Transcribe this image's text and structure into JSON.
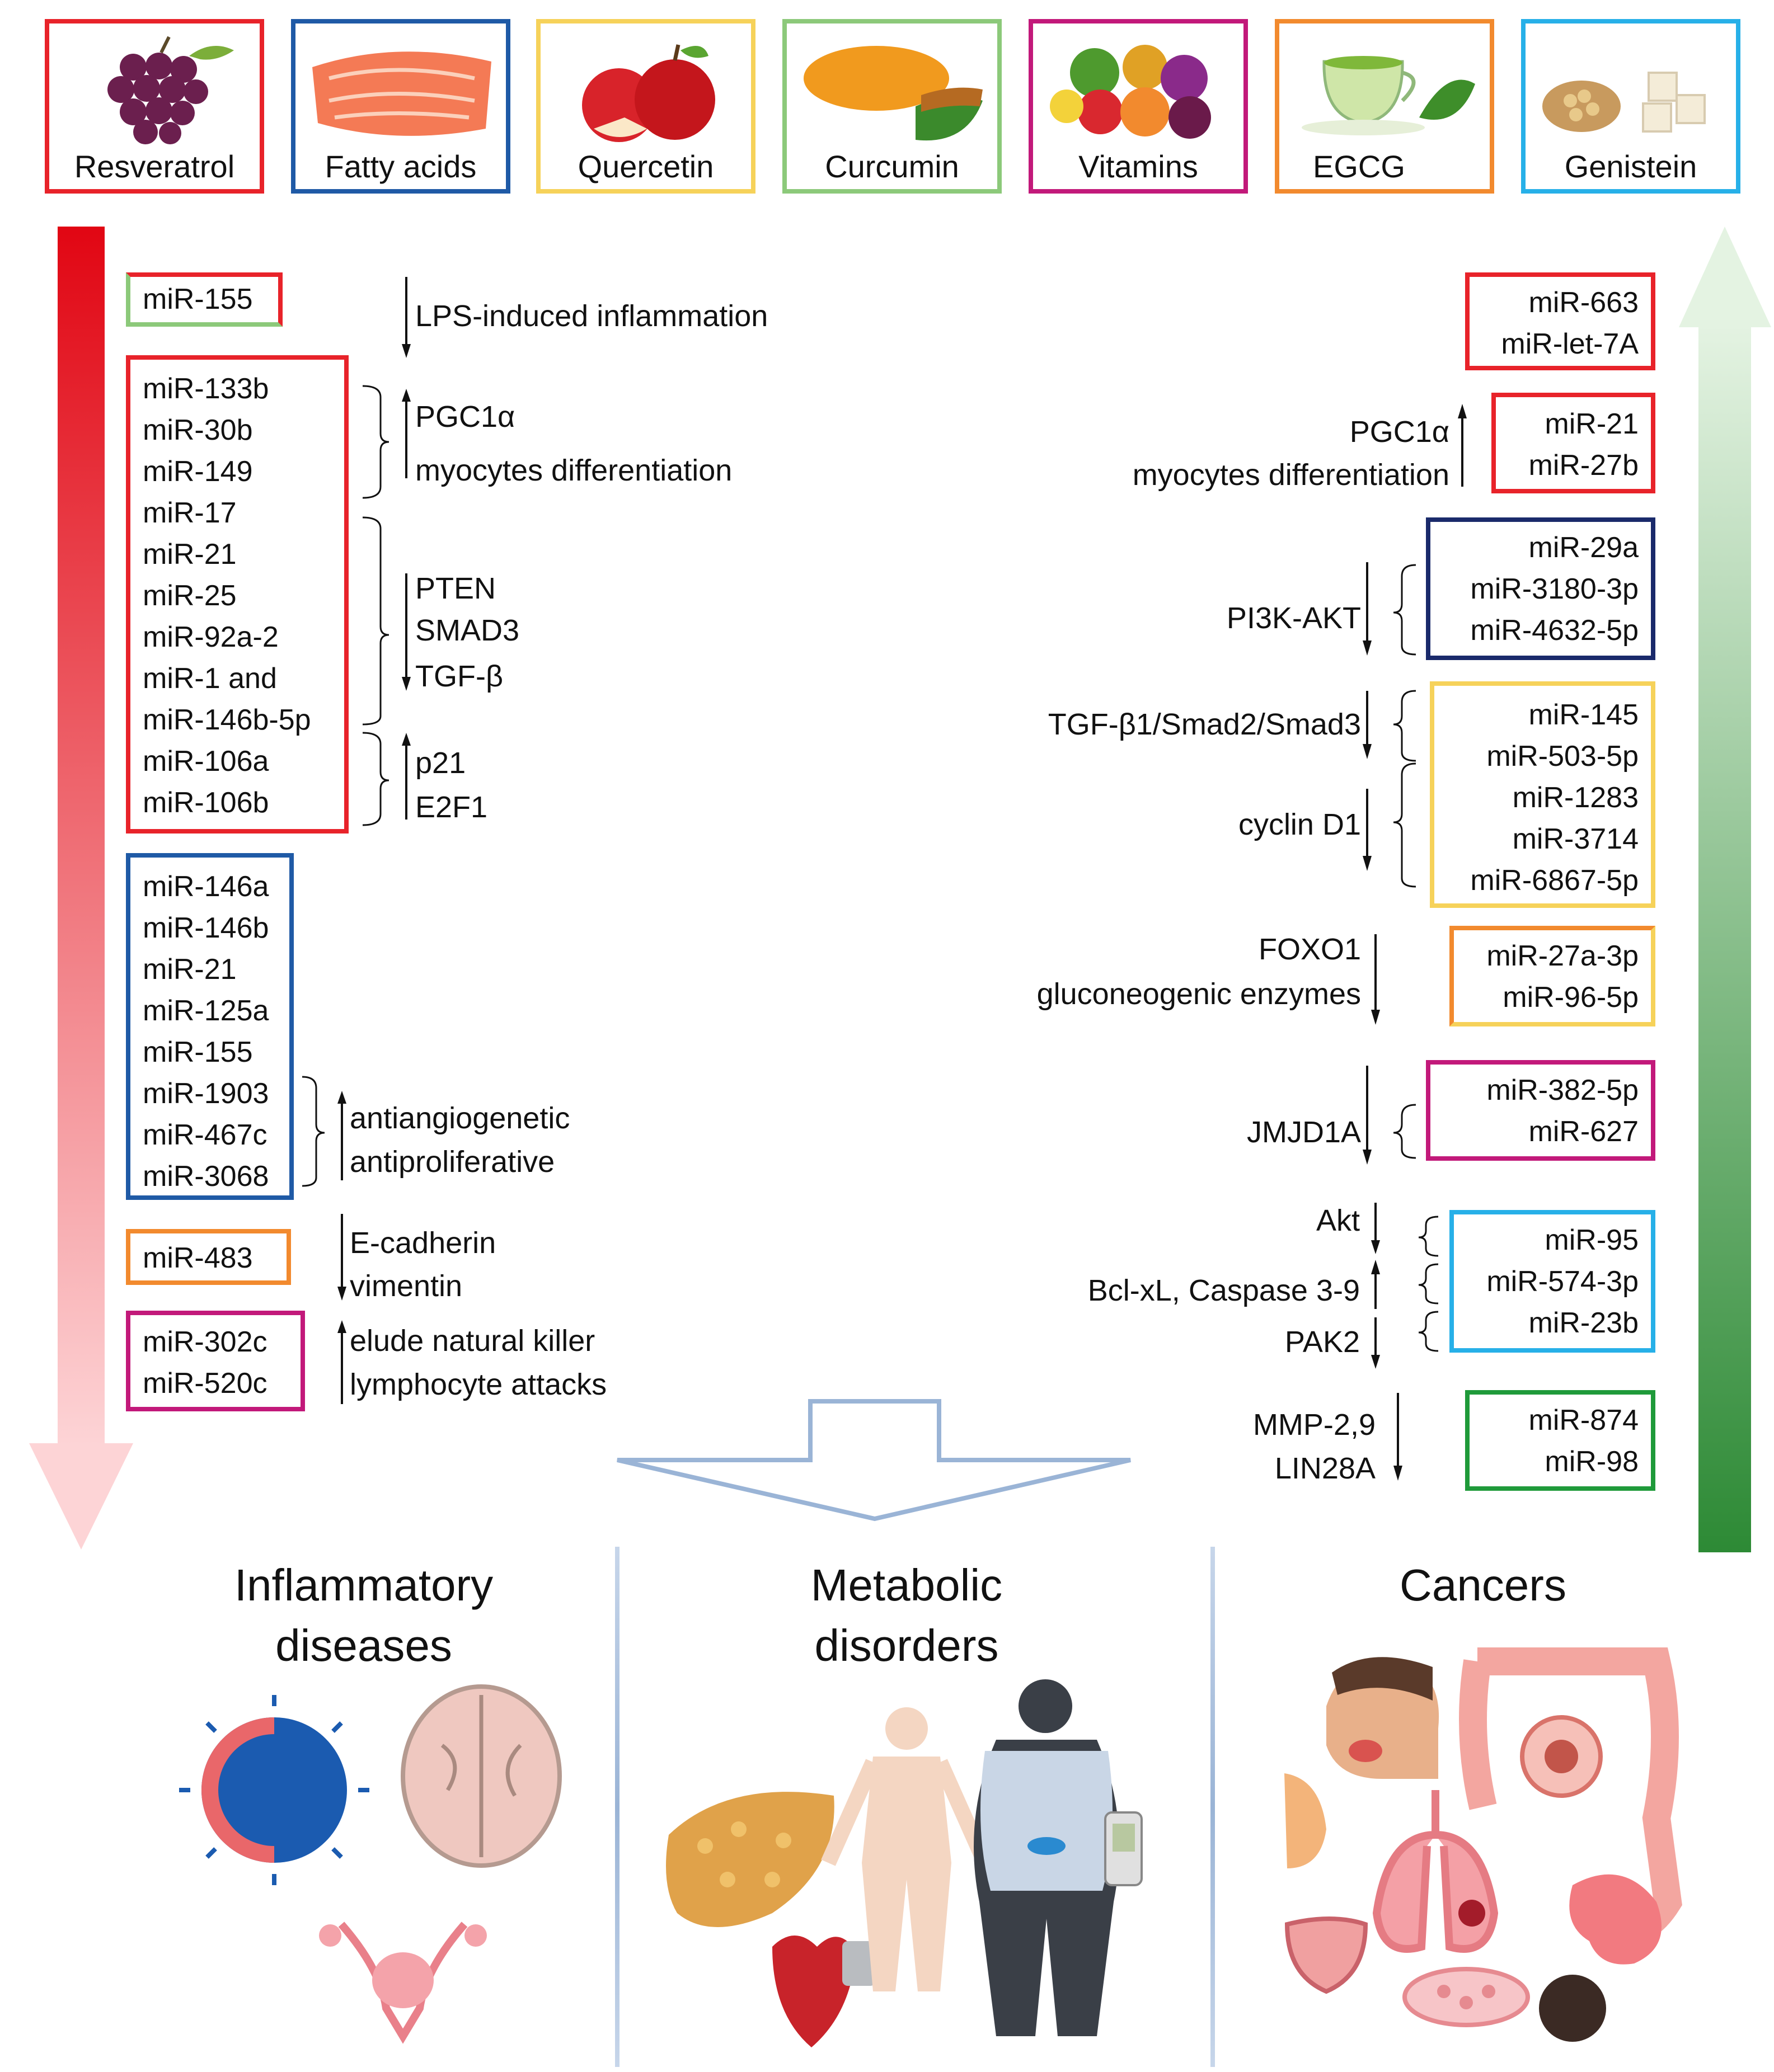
{
  "foods": [
    {
      "name": "Resveratrol",
      "color": "#e8232a",
      "icon": "grapes-icon"
    },
    {
      "name": "Fatty acids",
      "color": "#1f5aa6",
      "icon": "salmon-fillet-icon"
    },
    {
      "name": "Quercetin",
      "color": "#f6d25a",
      "icon": "apple-icon"
    },
    {
      "name": "Curcumin",
      "color": "#8cc97a",
      "icon": "turmeric-icon"
    },
    {
      "name": "Vitamins",
      "color": "#c2197a",
      "icon": "vegetables-icon"
    },
    {
      "name": "EGCG",
      "color": "#f28a2e",
      "icon": "green-tea-icon"
    },
    {
      "name": "Genistein",
      "color": "#27b0e8",
      "icon": "soybean-tofu-icon"
    }
  ],
  "left": {
    "g1": {
      "mirs": [
        "miR-155"
      ],
      "effect": "LPS-induced inflammation"
    },
    "g2": {
      "mirs": [
        "miR-133b",
        "miR-30b",
        "miR-149",
        "miR-17",
        "miR-21",
        "miR-25",
        "miR-92a-2",
        "miR-1 and",
        "miR-146b-5p",
        "miR-106a",
        "miR-106b"
      ],
      "e1": [
        "PGC1α",
        "myocytes differentiation"
      ],
      "e2": [
        "PTEN",
        "SMAD3",
        "TGF-β"
      ],
      "e3": [
        "p21",
        "E2F1"
      ]
    },
    "g3": {
      "mirs": [
        "miR-146a",
        "miR-146b",
        "miR-21",
        "miR-125a",
        "miR-155",
        "miR-1903",
        "miR-467c",
        "miR-3068"
      ],
      "effect": [
        "antiangiogenetic",
        "antiproliferative"
      ]
    },
    "g4": {
      "mirs": [
        "miR-483"
      ],
      "effect": [
        "E-cadherin",
        "vimentin"
      ]
    },
    "g5": {
      "mirs": [
        "miR-302c",
        "miR-520c"
      ],
      "effect": [
        "elude natural killer",
        "lymphocyte attacks"
      ]
    }
  },
  "right": {
    "g1": {
      "mirs": [
        "miR-663",
        "miR-let-7A"
      ]
    },
    "g2": {
      "mirs": [
        "miR-21",
        "miR-27b"
      ],
      "effect": [
        "PGC1α",
        "myocytes differentiation"
      ]
    },
    "g3": {
      "mirs": [
        "miR-29a",
        "miR-3180-3p",
        "miR-4632-5p"
      ],
      "effect": "PI3K-AKT"
    },
    "g4": {
      "mirs": [
        "miR-145",
        "miR-503-5p",
        "miR-1283",
        "miR-3714",
        "miR-6867-5p"
      ],
      "e1": "TGF-β1/Smad2/Smad3",
      "e2": "cyclin D1"
    },
    "g5": {
      "mirs": [
        "miR-27a-3p",
        "miR-96-5p"
      ],
      "effect": [
        "FOXO1",
        "gluconeogenic enzymes"
      ]
    },
    "g6": {
      "mirs": [
        "miR-382-5p",
        "miR-627"
      ],
      "effect": "JMJD1A"
    },
    "g7": {
      "mirs": [
        "miR-95",
        "miR-574-3p",
        "miR-23b"
      ],
      "e1": "Akt",
      "e2": "Bcl-xL, Caspase 3-9",
      "e3": "PAK2"
    },
    "g8": {
      "mirs": [
        "miR-874",
        "miR-98"
      ],
      "effect": [
        "MMP-2,9",
        "LIN28A"
      ]
    }
  },
  "diseases": [
    {
      "line1": "Inflammatory",
      "line2": "diseases"
    },
    {
      "line1": "Metabolic",
      "line2": "disorders"
    },
    {
      "line1": "Cancers",
      "line2": ""
    }
  ]
}
